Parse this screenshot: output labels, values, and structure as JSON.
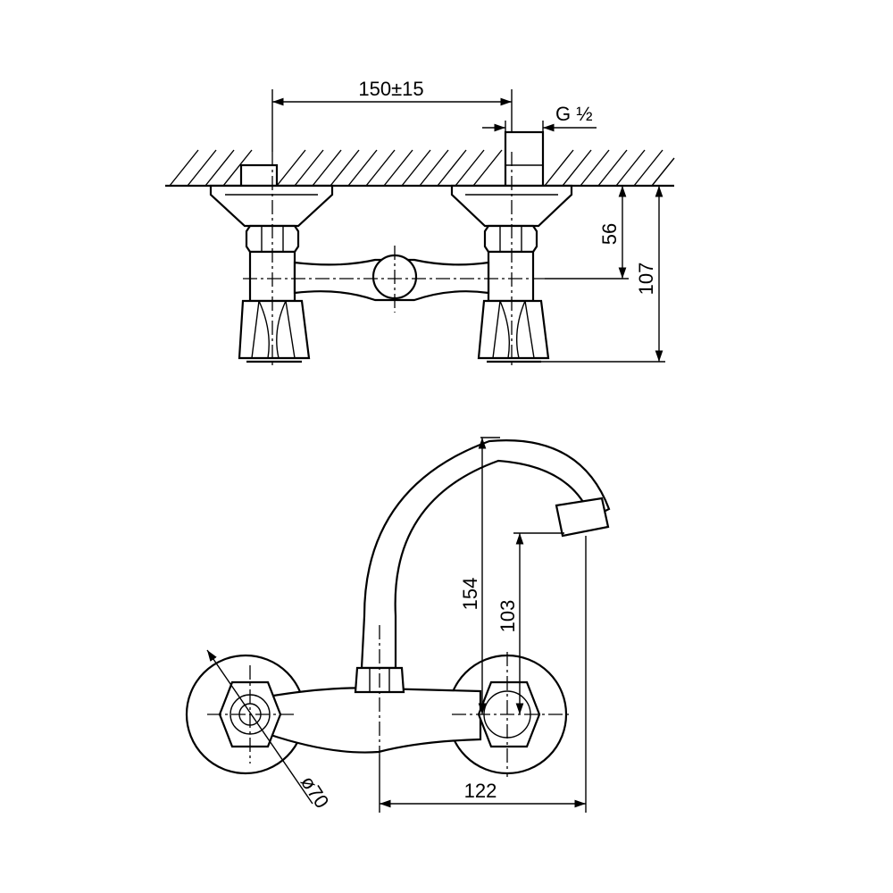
{
  "front_view": {
    "dim_spacing": "150±15",
    "dim_thread": "G ½",
    "dim_outlet_height": "56",
    "dim_handle_height": "107"
  },
  "side_view": {
    "dim_spout_height": "154",
    "dim_outlet_height": "103",
    "dim_reach": "122",
    "dim_flange_diameter": "ø70"
  }
}
